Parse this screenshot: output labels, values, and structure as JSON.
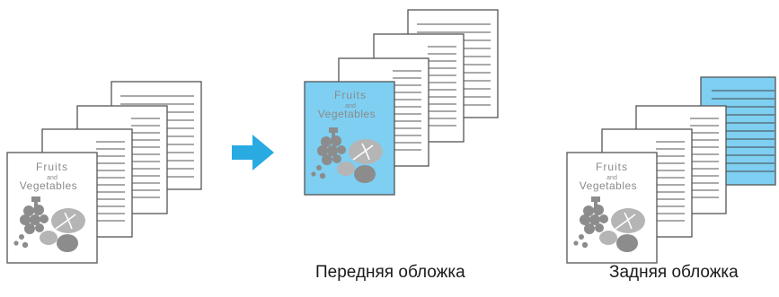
{
  "diagram": {
    "cover_title_line1": "Fruits",
    "cover_title_line2": "and",
    "cover_title_line3": "Vegetables",
    "caption_front": "Передняя обложка",
    "caption_back": "Задняя обложка",
    "colors": {
      "cover_blue": "#7ecff2",
      "arrow_blue": "#29abe2",
      "page_stroke": "#555555",
      "illustration_gray": "#8c8c8c",
      "illustration_light": "#b5b5b5",
      "title_gray": "#8a8a8a"
    },
    "icons": [
      "right-arrow-icon",
      "grapes-icon",
      "leaf-icon"
    ]
  }
}
